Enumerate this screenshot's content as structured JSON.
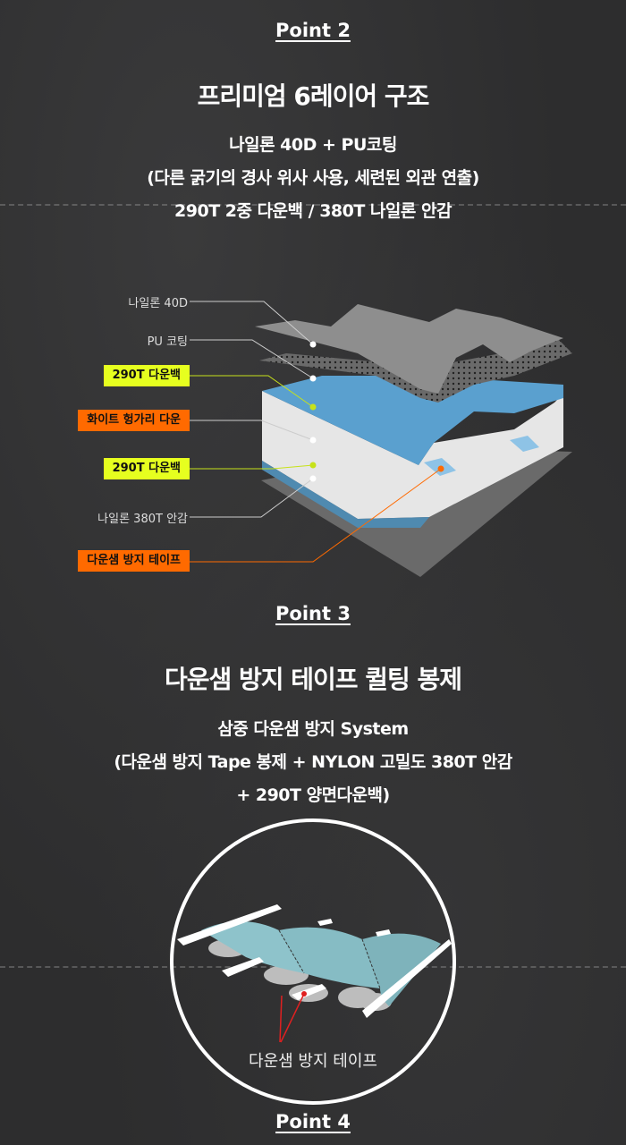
{
  "point2": {
    "label": "Point 2",
    "title": "프리미엄 6레이어 구조",
    "lines": [
      "나일론 40D + PU코팅",
      "(다른 굵기의 경사 위사 사용, 세련된 외관 연출)",
      "290T 2중 다운백 / 380T 나일론 안감"
    ],
    "layers": [
      "나일론 40D",
      "PU 코팅",
      "290T 다운백",
      "화이트 헝가리 다운",
      "290T 다운백",
      "나일론 380T 안감",
      "다운샘 방지 테이프"
    ]
  },
  "point3": {
    "label": "Point 3",
    "title": "다운샘 방지 테이프 퀼팅 봉제",
    "lines": [
      "삼중 다운샘 방지 System",
      "(다운샘 방지 Tape 봉제 + NYLON 고밀도 380T 안감",
      "+ 290T 양면다운백)"
    ],
    "callout": "다운샘 방지 테이프"
  },
  "point4": {
    "label": "Point 4"
  },
  "colors": {
    "lime": "#e6ff1f",
    "orange": "#ff6a00",
    "blue": "#5aa0cf",
    "teal": "#8ec3cb"
  }
}
